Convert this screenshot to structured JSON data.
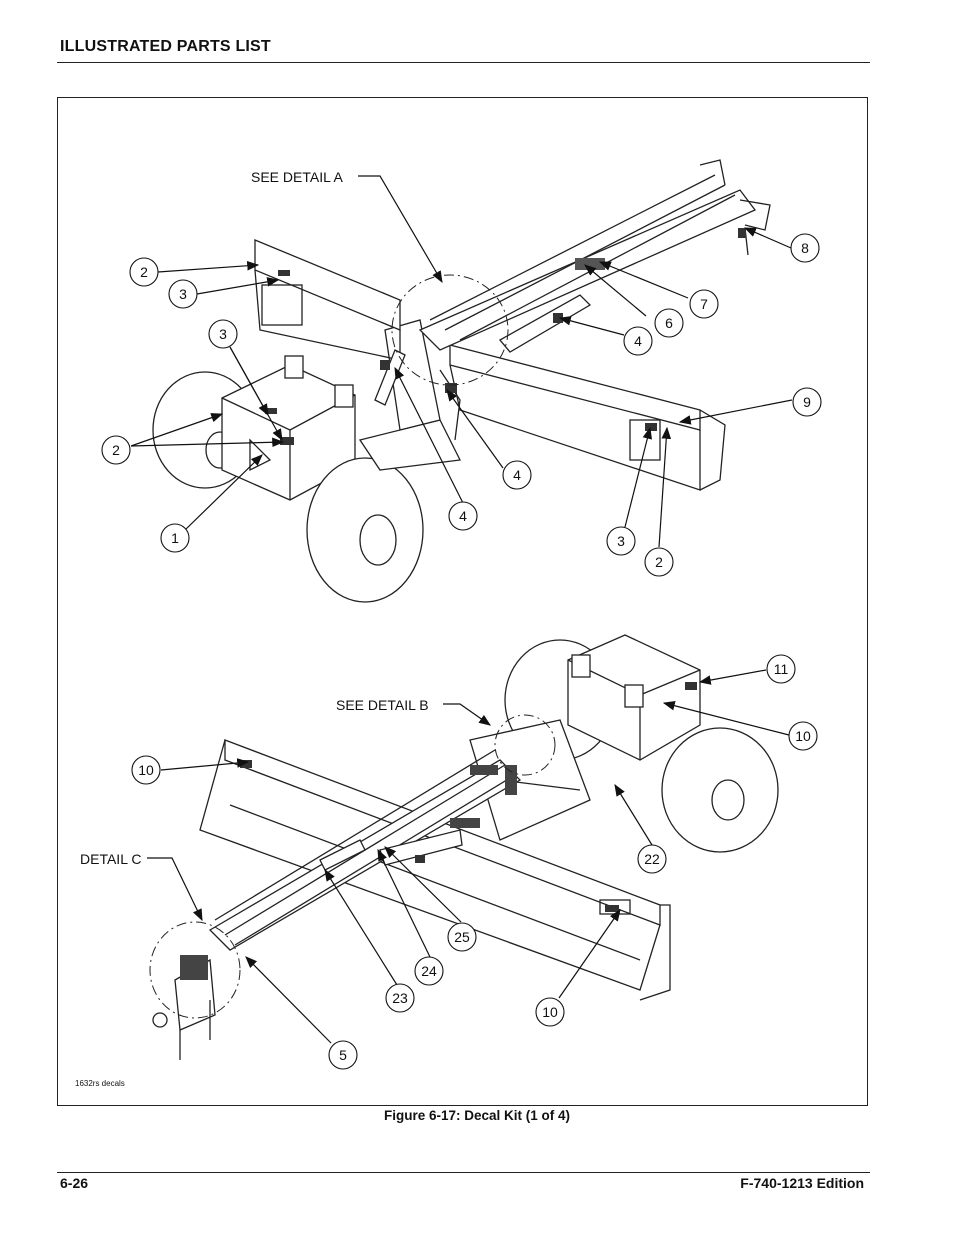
{
  "header": {
    "title": "ILLUSTRATED PARTS LIST"
  },
  "figure": {
    "caption": "Figure 6-17:  Decal Kit (1 of 4)",
    "drawing_id": "1632rs decals",
    "labels": {
      "detail_a": "SEE DETAIL A",
      "detail_b": "SEE DETAIL B",
      "detail_c": "DETAIL C"
    },
    "callouts_top": [
      "2",
      "3",
      "3",
      "2",
      "1",
      "4",
      "4",
      "4",
      "6",
      "7",
      "8",
      "9",
      "3",
      "2"
    ],
    "callouts_bottom": [
      "11",
      "10",
      "10",
      "22",
      "25",
      "24",
      "23",
      "10",
      "5"
    ]
  },
  "footer": {
    "page": "6-26",
    "edition": "F-740-1213 Edition"
  }
}
